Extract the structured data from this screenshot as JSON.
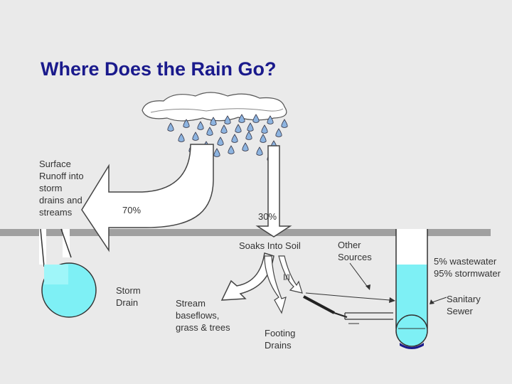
{
  "title": "Where Does the Rain Go?",
  "labels": {
    "surface_runoff": "Surface\nRunoff into\nstorm\ndrains and\nstreams",
    "pct_70": "70%",
    "pct_30": "30%",
    "soaks_into_soil": "Soaks Into Soil",
    "other_sources": "Other\nSources",
    "wastewater_mix": "5% wastewater\n95% stormwater",
    "ii": "I/I",
    "storm_drain": "Storm\nDrain",
    "stream_baseflows": "Stream\nbaseflows,\ngrass & trees",
    "footing_drains": "Footing\nDrains",
    "sanitary_sewer": "Sanitary\nSewer"
  },
  "colors": {
    "title": "#1a1a8c",
    "ground": "#a0a0a0",
    "water": "#7ef0f5",
    "raindrop": "#8db4e0",
    "cloud": "#ffffff",
    "sewer_sludge": "#1a1a8c"
  }
}
